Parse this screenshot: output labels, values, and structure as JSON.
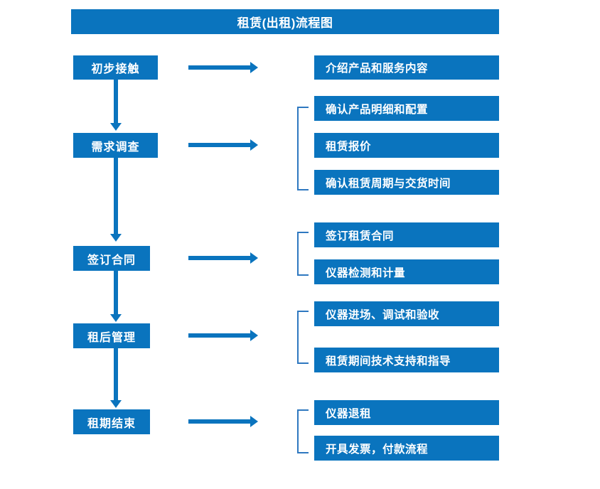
{
  "title": "租赁(出租)流程图",
  "colors": {
    "box_blue": "#0A74BE",
    "bracket_blue": "#2E78C0",
    "text": "#FFFFFF",
    "background": "#FFFFFF"
  },
  "stages": [
    {
      "id": "initial-contact",
      "label": "初步接触",
      "details": [
        "介绍产品和服务内容"
      ],
      "has_bracket": false
    },
    {
      "id": "needs-survey",
      "label": "需求调查",
      "details": [
        "确认产品明细和配置",
        "租赁报价",
        "确认租赁周期与交货时间"
      ],
      "has_bracket": true
    },
    {
      "id": "sign-contract",
      "label": "签订合同",
      "details": [
        "签订租赁合同",
        "仪器检测和计量"
      ],
      "has_bracket": true
    },
    {
      "id": "post-rental-management",
      "label": "租后管理",
      "details": [
        "仪器进场、调试和验收",
        "租赁期间技术支持和指导"
      ],
      "has_bracket": true
    },
    {
      "id": "rental-end",
      "label": "租期结束",
      "details": [
        "仪器退租",
        "开具发票，付款流程"
      ],
      "has_bracket": true
    }
  ],
  "icons": {
    "flow_arrow_right": "right-arrow-icon",
    "flow_arrow_down": "down-arrow-icon",
    "group_bracket": "group-bracket-icon"
  }
}
